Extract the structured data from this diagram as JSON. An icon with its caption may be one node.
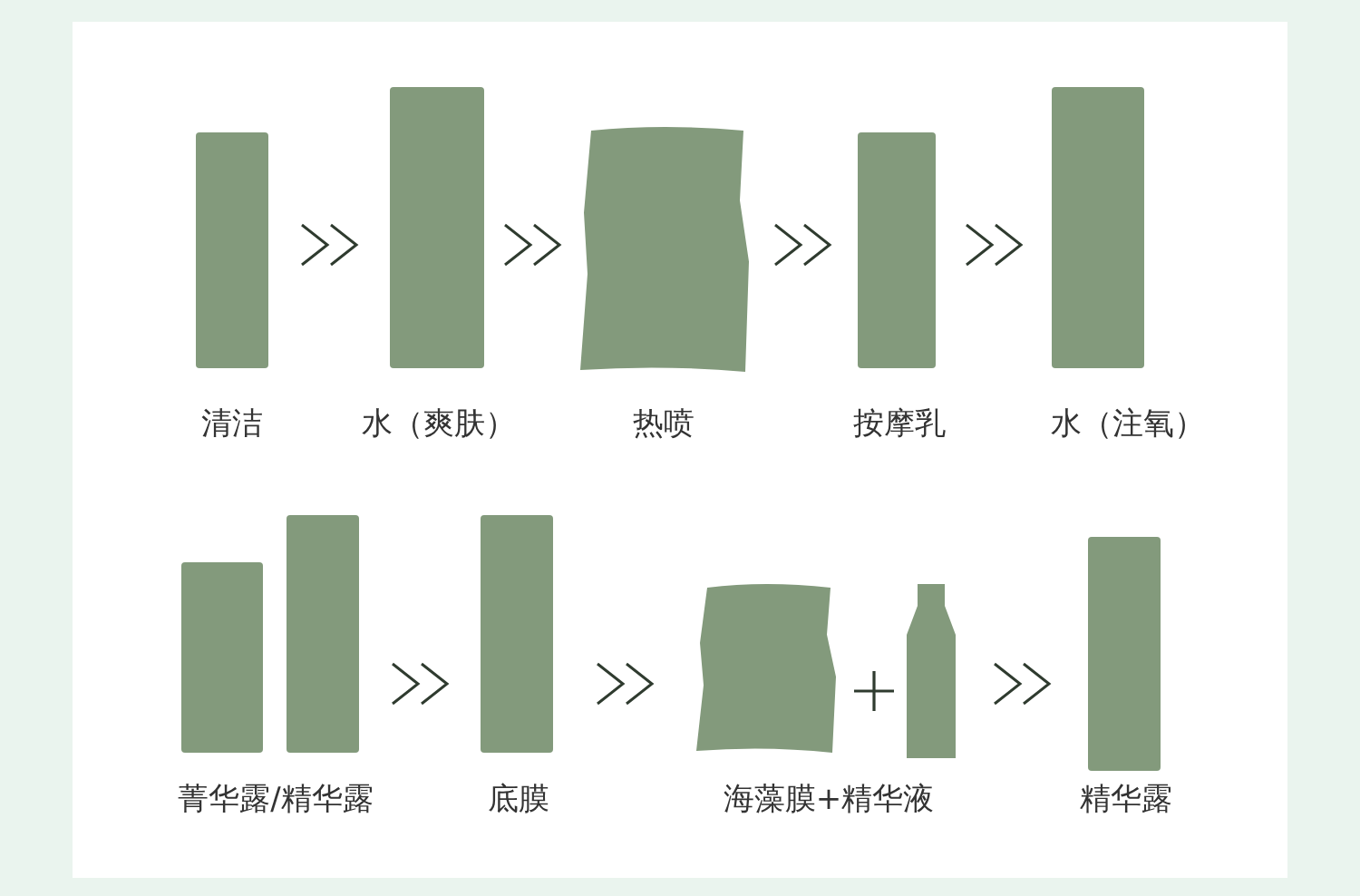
{
  "diagram": {
    "nodes": [
      {
        "text": [
          "清洁"
        ]
      },
      {
        "text": [
          "水（爽肤）"
        ]
      },
      {
        "text": [
          "热喷"
        ]
      },
      {
        "text": [
          "按摩乳"
        ]
      },
      {
        "text": [
          "水（注氧）"
        ]
      },
      {
        "text": [
          "菁华露/精华露"
        ]
      },
      {
        "text": [
          "底膜"
        ]
      },
      {
        "text": [
          "海藻膜+精华液"
        ]
      },
      {
        "text": [
          "精华露"
        ]
      }
    ],
    "edges": [
      {
        "from": 0,
        "to": 1,
        "arrow": "to"
      },
      {
        "from": 1,
        "to": 2,
        "arrow": "to"
      },
      {
        "from": 2,
        "to": 3,
        "arrow": "to"
      },
      {
        "from": 3,
        "to": 4,
        "arrow": "to"
      },
      {
        "from": 5,
        "to": 6,
        "arrow": "to"
      },
      {
        "from": 6,
        "to": 7,
        "arrow": "to"
      },
      {
        "from": 7,
        "to": 8,
        "arrow": "to"
      }
    ]
  }
}
